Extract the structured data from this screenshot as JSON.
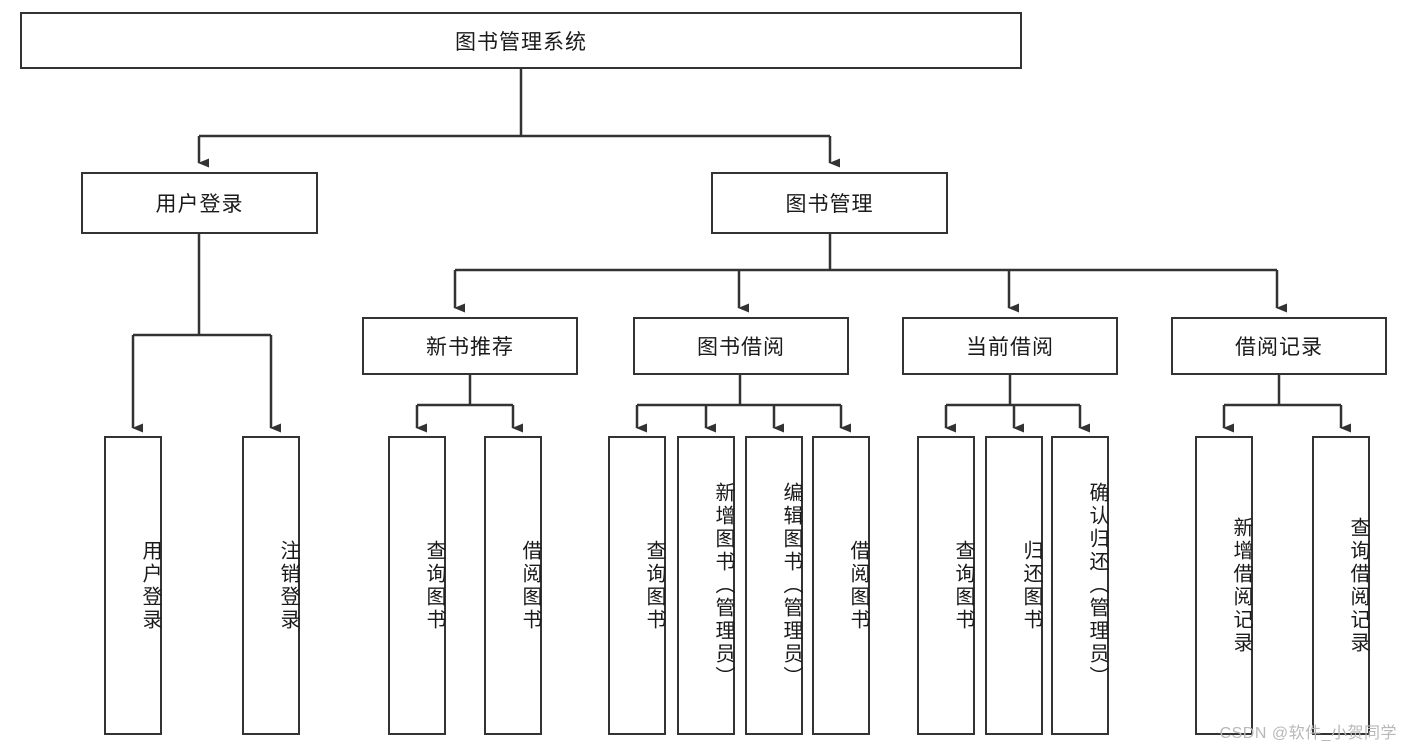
{
  "diagram": {
    "title": "图书管理系统",
    "type": "tree",
    "root": {
      "label": "图书管理系统"
    },
    "level2": [
      {
        "label": "用户登录"
      },
      {
        "label": "图书管理"
      }
    ],
    "level3": [
      {
        "label": "新书推荐"
      },
      {
        "label": "图书借阅"
      },
      {
        "label": "当前借阅"
      },
      {
        "label": "借阅记录"
      }
    ],
    "leaves": {
      "user_login": [
        {
          "label": "用户登录"
        },
        {
          "label": "注销登录"
        }
      ],
      "new_book_recommend": [
        {
          "label": "查询图书"
        },
        {
          "label": "借阅图书"
        }
      ],
      "book_borrow": [
        {
          "label": "查询图书"
        },
        {
          "label": "新增图书（管理员）"
        },
        {
          "label": "编辑图书（管理员）"
        },
        {
          "label": "借阅图书"
        }
      ],
      "current_borrow": [
        {
          "label": "查询图书"
        },
        {
          "label": "归还图书"
        },
        {
          "label": "确认归还（管理员）"
        }
      ],
      "borrow_records": [
        {
          "label": "新增借阅记录"
        },
        {
          "label": "查询借阅记录"
        }
      ]
    }
  },
  "watermark": {
    "text": "CSDN @软件_小贺同学"
  },
  "colors": {
    "box_border": "#333333",
    "box_fill": "#ffffff",
    "line": "#333333",
    "text": "#1a1a1a",
    "watermark": "#b8b8b8"
  }
}
